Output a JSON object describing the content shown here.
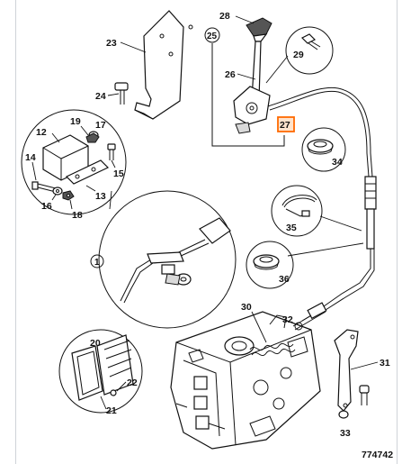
{
  "labels": {
    "p1": "1",
    "p12": "12",
    "p13": "13",
    "p14": "14",
    "p15": "15",
    "p16": "16",
    "p17": "17",
    "p18": "18",
    "p19": "19",
    "p20": "20",
    "p21": "21",
    "p22": "22",
    "p23": "23",
    "p24": "24",
    "p25": "25",
    "p26": "26",
    "p27": "27",
    "p28": "28",
    "p29": "29",
    "p30": "30",
    "p31": "31",
    "p32": "32",
    "p33": "33",
    "p34": "34",
    "p35": "35",
    "p36": "36"
  },
  "drawing_number": "774742",
  "colors": {
    "highlight": "#ff6a00",
    "highlight_fill": "#ffe3cc",
    "line": "#111111",
    "frame": "#cfd3d8"
  }
}
